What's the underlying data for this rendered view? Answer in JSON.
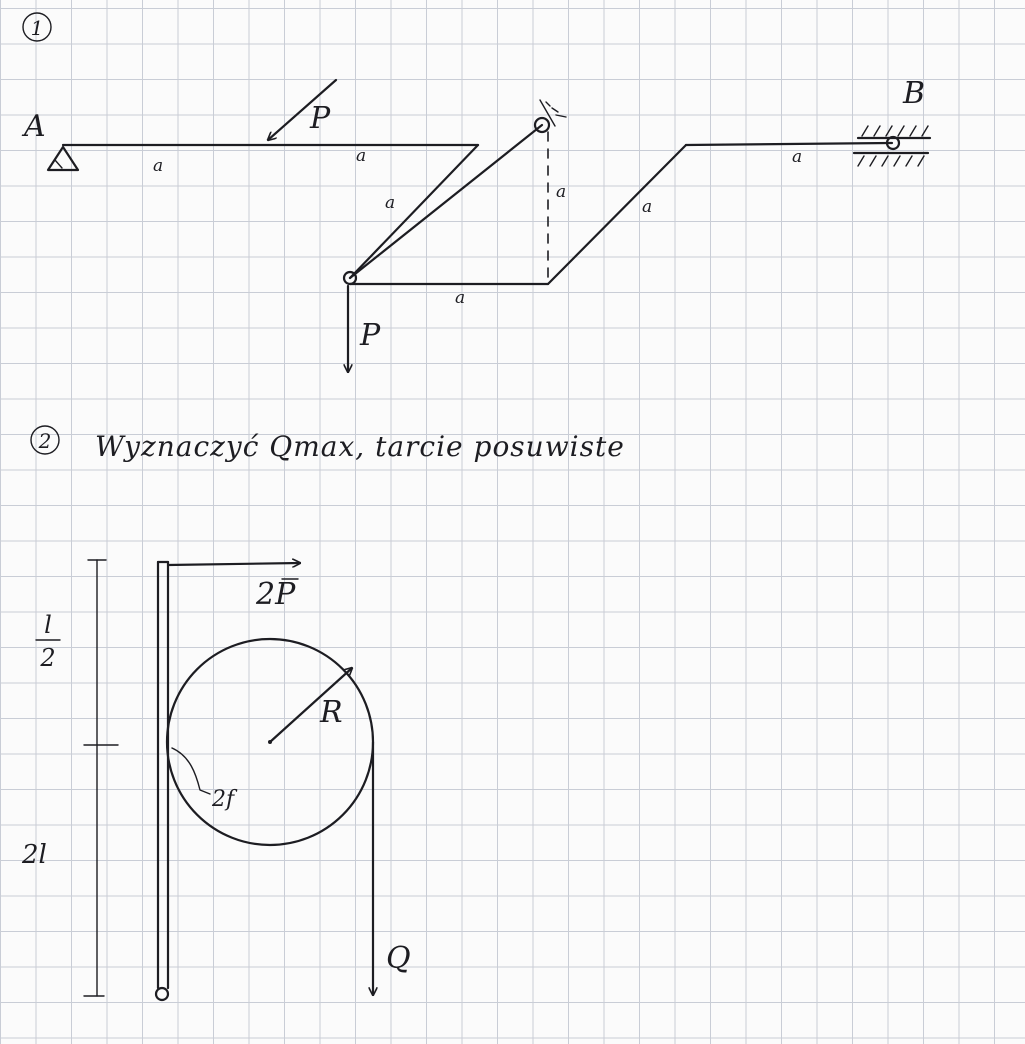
{
  "problem1": {
    "number": "1",
    "support_a": "A",
    "support_b": "B",
    "force_upper": "P",
    "force_lower": "P",
    "dim_a1": "a",
    "dim_a2": "a",
    "dim_a3": "a",
    "dim_a4": "a",
    "dim_a5": "a",
    "dim_a6": "a",
    "dim_a7": "a"
  },
  "problem2": {
    "number": "2",
    "statement": "Wyznaczyć Qmax, tarcie posuwiste",
    "force_top": "2P",
    "radius": "R",
    "friction": "2f",
    "dim_top_num": "l",
    "dim_top_den": "2",
    "dim_bottom": "2l",
    "load": "Q"
  }
}
